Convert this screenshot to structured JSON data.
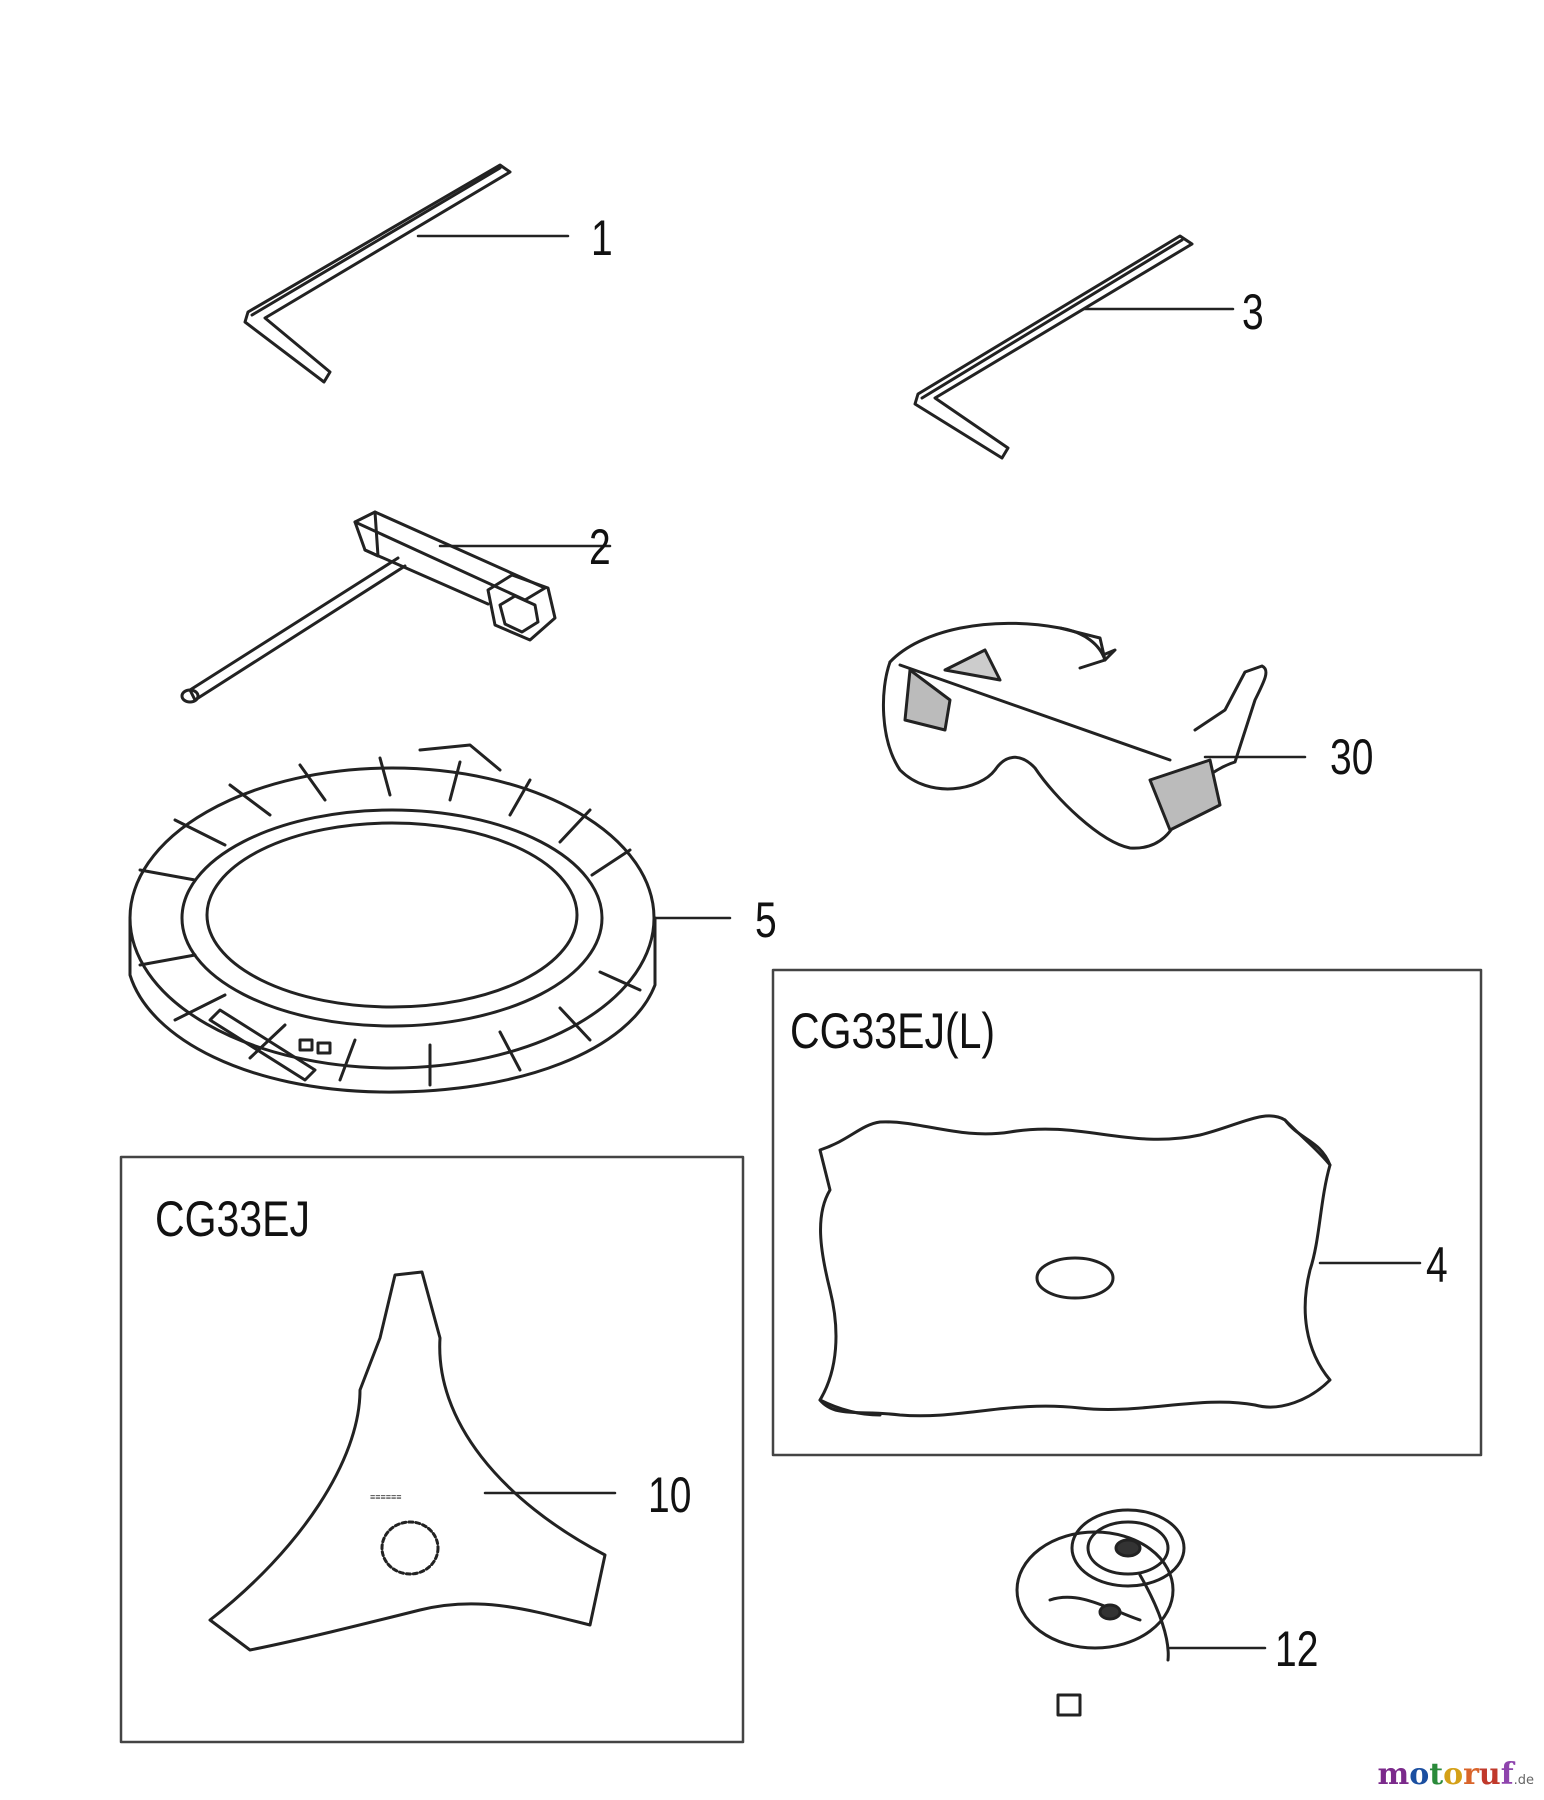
{
  "callouts": {
    "c1": "1",
    "c2": "2",
    "c3": "3",
    "c4": "4",
    "c5": "5",
    "c10": "10",
    "c12": "12",
    "c30": "30"
  },
  "boxes": {
    "left_title": "CG33EJ",
    "right_title": "CG33EJ(L)"
  },
  "watermark": {
    "text": "motoruf",
    "suffix": ".de",
    "letter_colors": [
      "#7b2a8b",
      "#1b4fa0",
      "#2a8a3a",
      "#d4a017",
      "#d9642a",
      "#c0392b",
      "#8e44ad"
    ]
  }
}
